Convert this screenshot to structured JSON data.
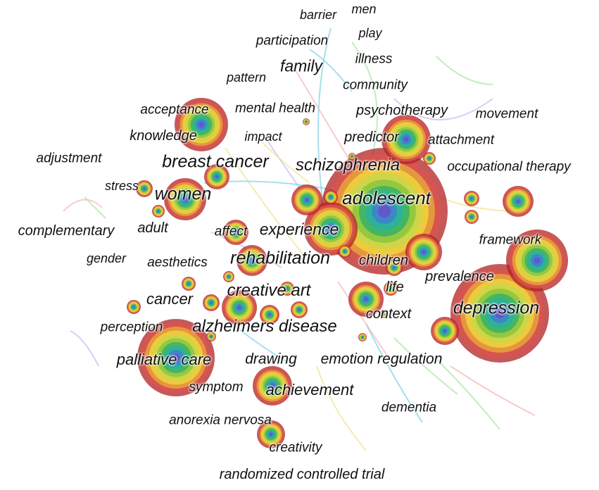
{
  "diagram": {
    "type": "keyword-cooccurrence-network",
    "ring_colors": [
      "#b22222",
      "#d9534f",
      "#e8a33a",
      "#f0d23c",
      "#c7d84a",
      "#8cc63e",
      "#36b36a",
      "#2ab0a0",
      "#3f7fd1",
      "#6a4fc9"
    ],
    "link_colors": [
      "#7fd3e8",
      "#a8e6a0",
      "#f4b6b6",
      "#c8b8f0",
      "#f2e28a"
    ],
    "keywords": [
      "barrier",
      "men",
      "play",
      "participation",
      "family",
      "illness",
      "pattern",
      "community",
      "acceptance",
      "mental health",
      "psychotherapy",
      "movement",
      "knowledge",
      "impact",
      "predictor",
      "attachment",
      "adjustment",
      "breast cancer",
      "schizophrenia",
      "occupational therapy",
      "stress",
      "women",
      "adolescent",
      "complementary",
      "adult",
      "affect",
      "experience",
      "framework",
      "gender",
      "aesthetics",
      "rehabilitation",
      "children",
      "prevalence",
      "creative art",
      "life",
      "cancer",
      "context",
      "depression",
      "perception",
      "alzheimers disease",
      "palliative care",
      "drawing",
      "emotion regulation",
      "symptom",
      "achievement",
      "dementia",
      "anorexia nervosa",
      "creativity",
      "randomized controlled trial"
    ]
  }
}
